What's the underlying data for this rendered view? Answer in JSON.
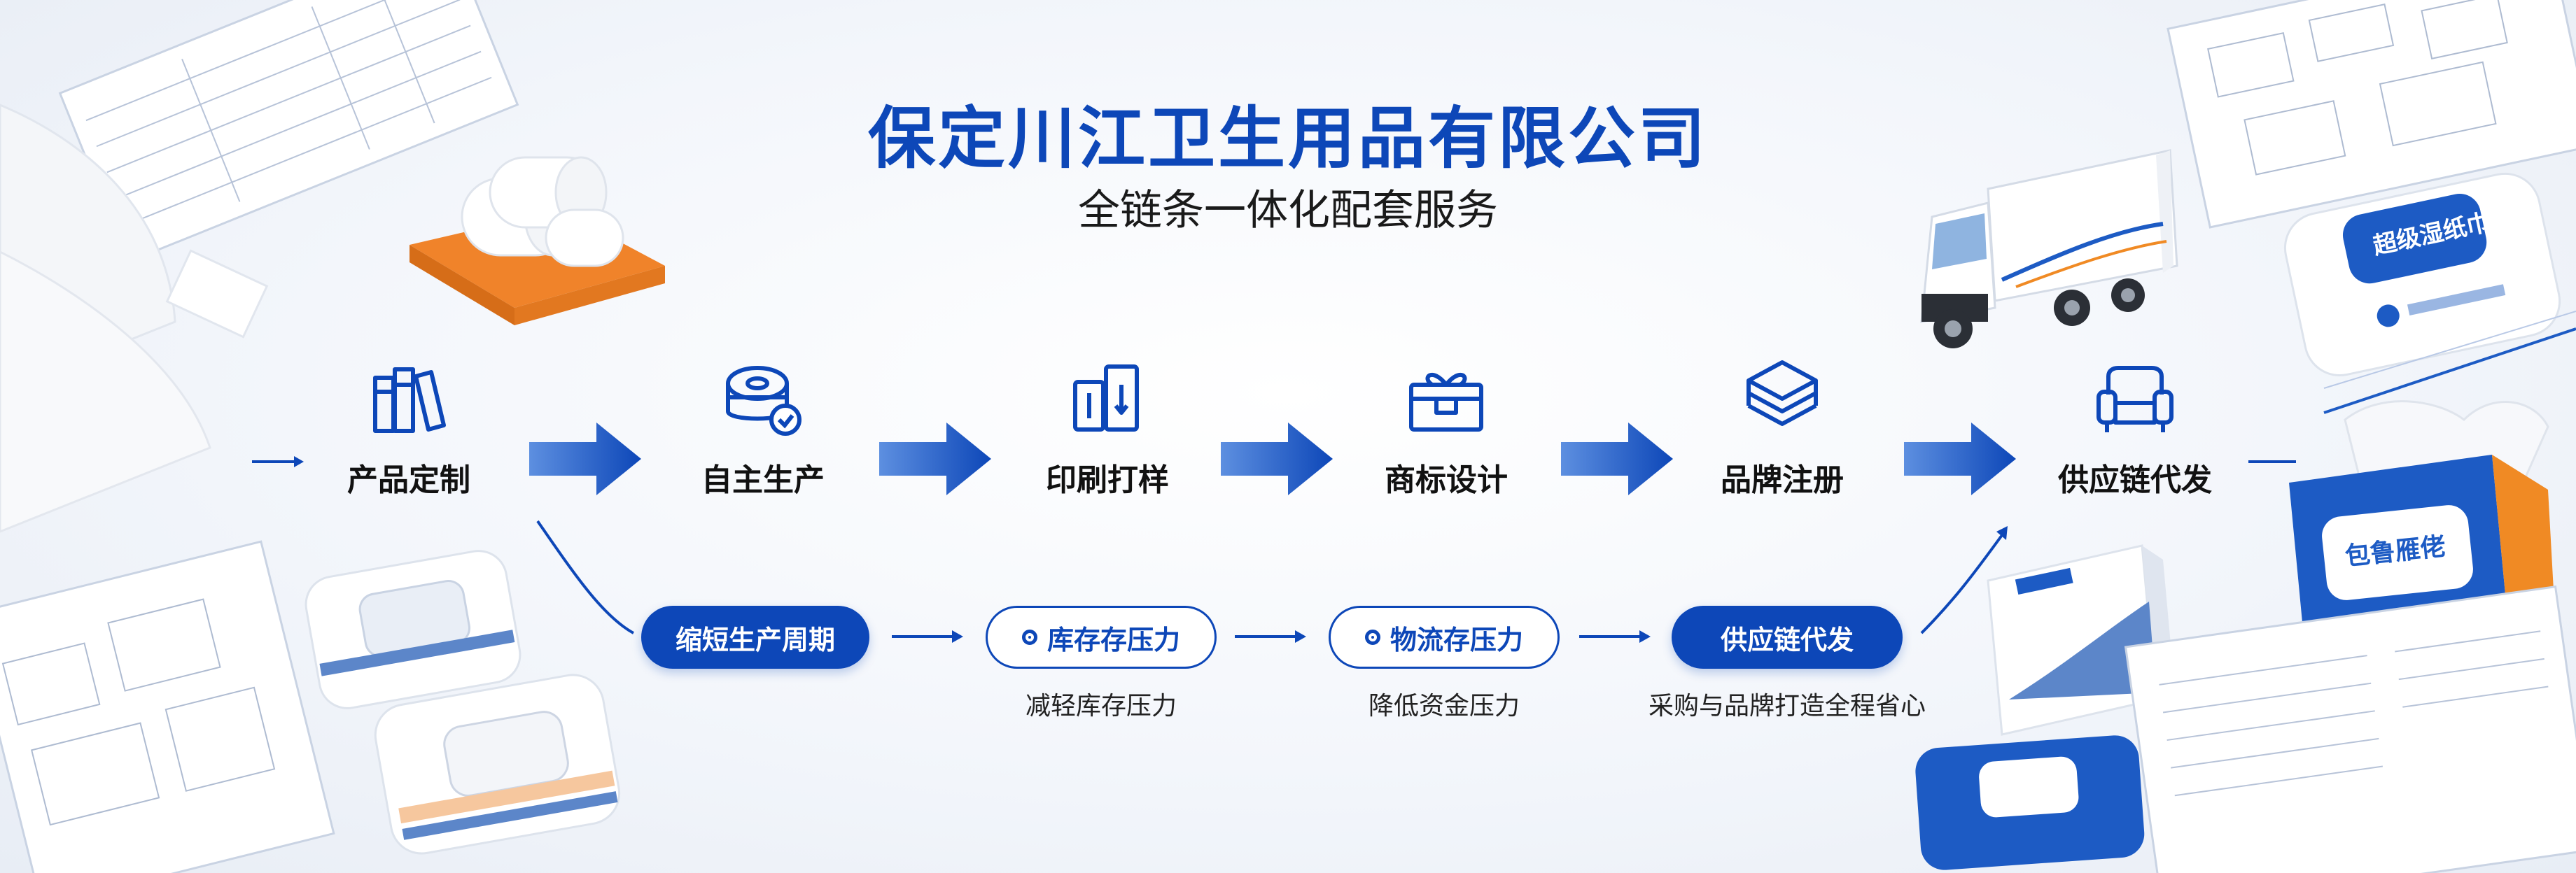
{
  "header": {
    "company_name": "保定川江卫生用品有限公司",
    "tagline": "全链条一体化配套服务"
  },
  "process_steps": [
    {
      "label": "产品定制",
      "icon": "books-icon"
    },
    {
      "label": "自主生产",
      "icon": "tape-roll-icon"
    },
    {
      "label": "印刷打样",
      "icon": "print-sample-icon"
    },
    {
      "label": "商标设计",
      "icon": "gift-box-icon"
    },
    {
      "label": "品牌注册",
      "icon": "stacked-box-icon"
    },
    {
      "label": "供应链代发",
      "icon": "sofa-icon"
    }
  ],
  "benefits": [
    {
      "label": "缩短生产周期",
      "style": "solid",
      "caption": ""
    },
    {
      "label": "库存存压力",
      "style": "outline",
      "caption": "减轻库存压力"
    },
    {
      "label": "物流存压力",
      "style": "outline",
      "caption": "降低资金压力"
    },
    {
      "label": "供应链代发",
      "style": "solid",
      "caption": "采购与品牌打造全程省心"
    }
  ],
  "product_labels": {
    "wipes_box_top": "超级湿纸巾",
    "tissue_box_right": "包鲁雁佬"
  },
  "colors": {
    "brand_blue": "#0d47b8",
    "accent_orange": "#f08a24",
    "text_dark": "#111111"
  }
}
